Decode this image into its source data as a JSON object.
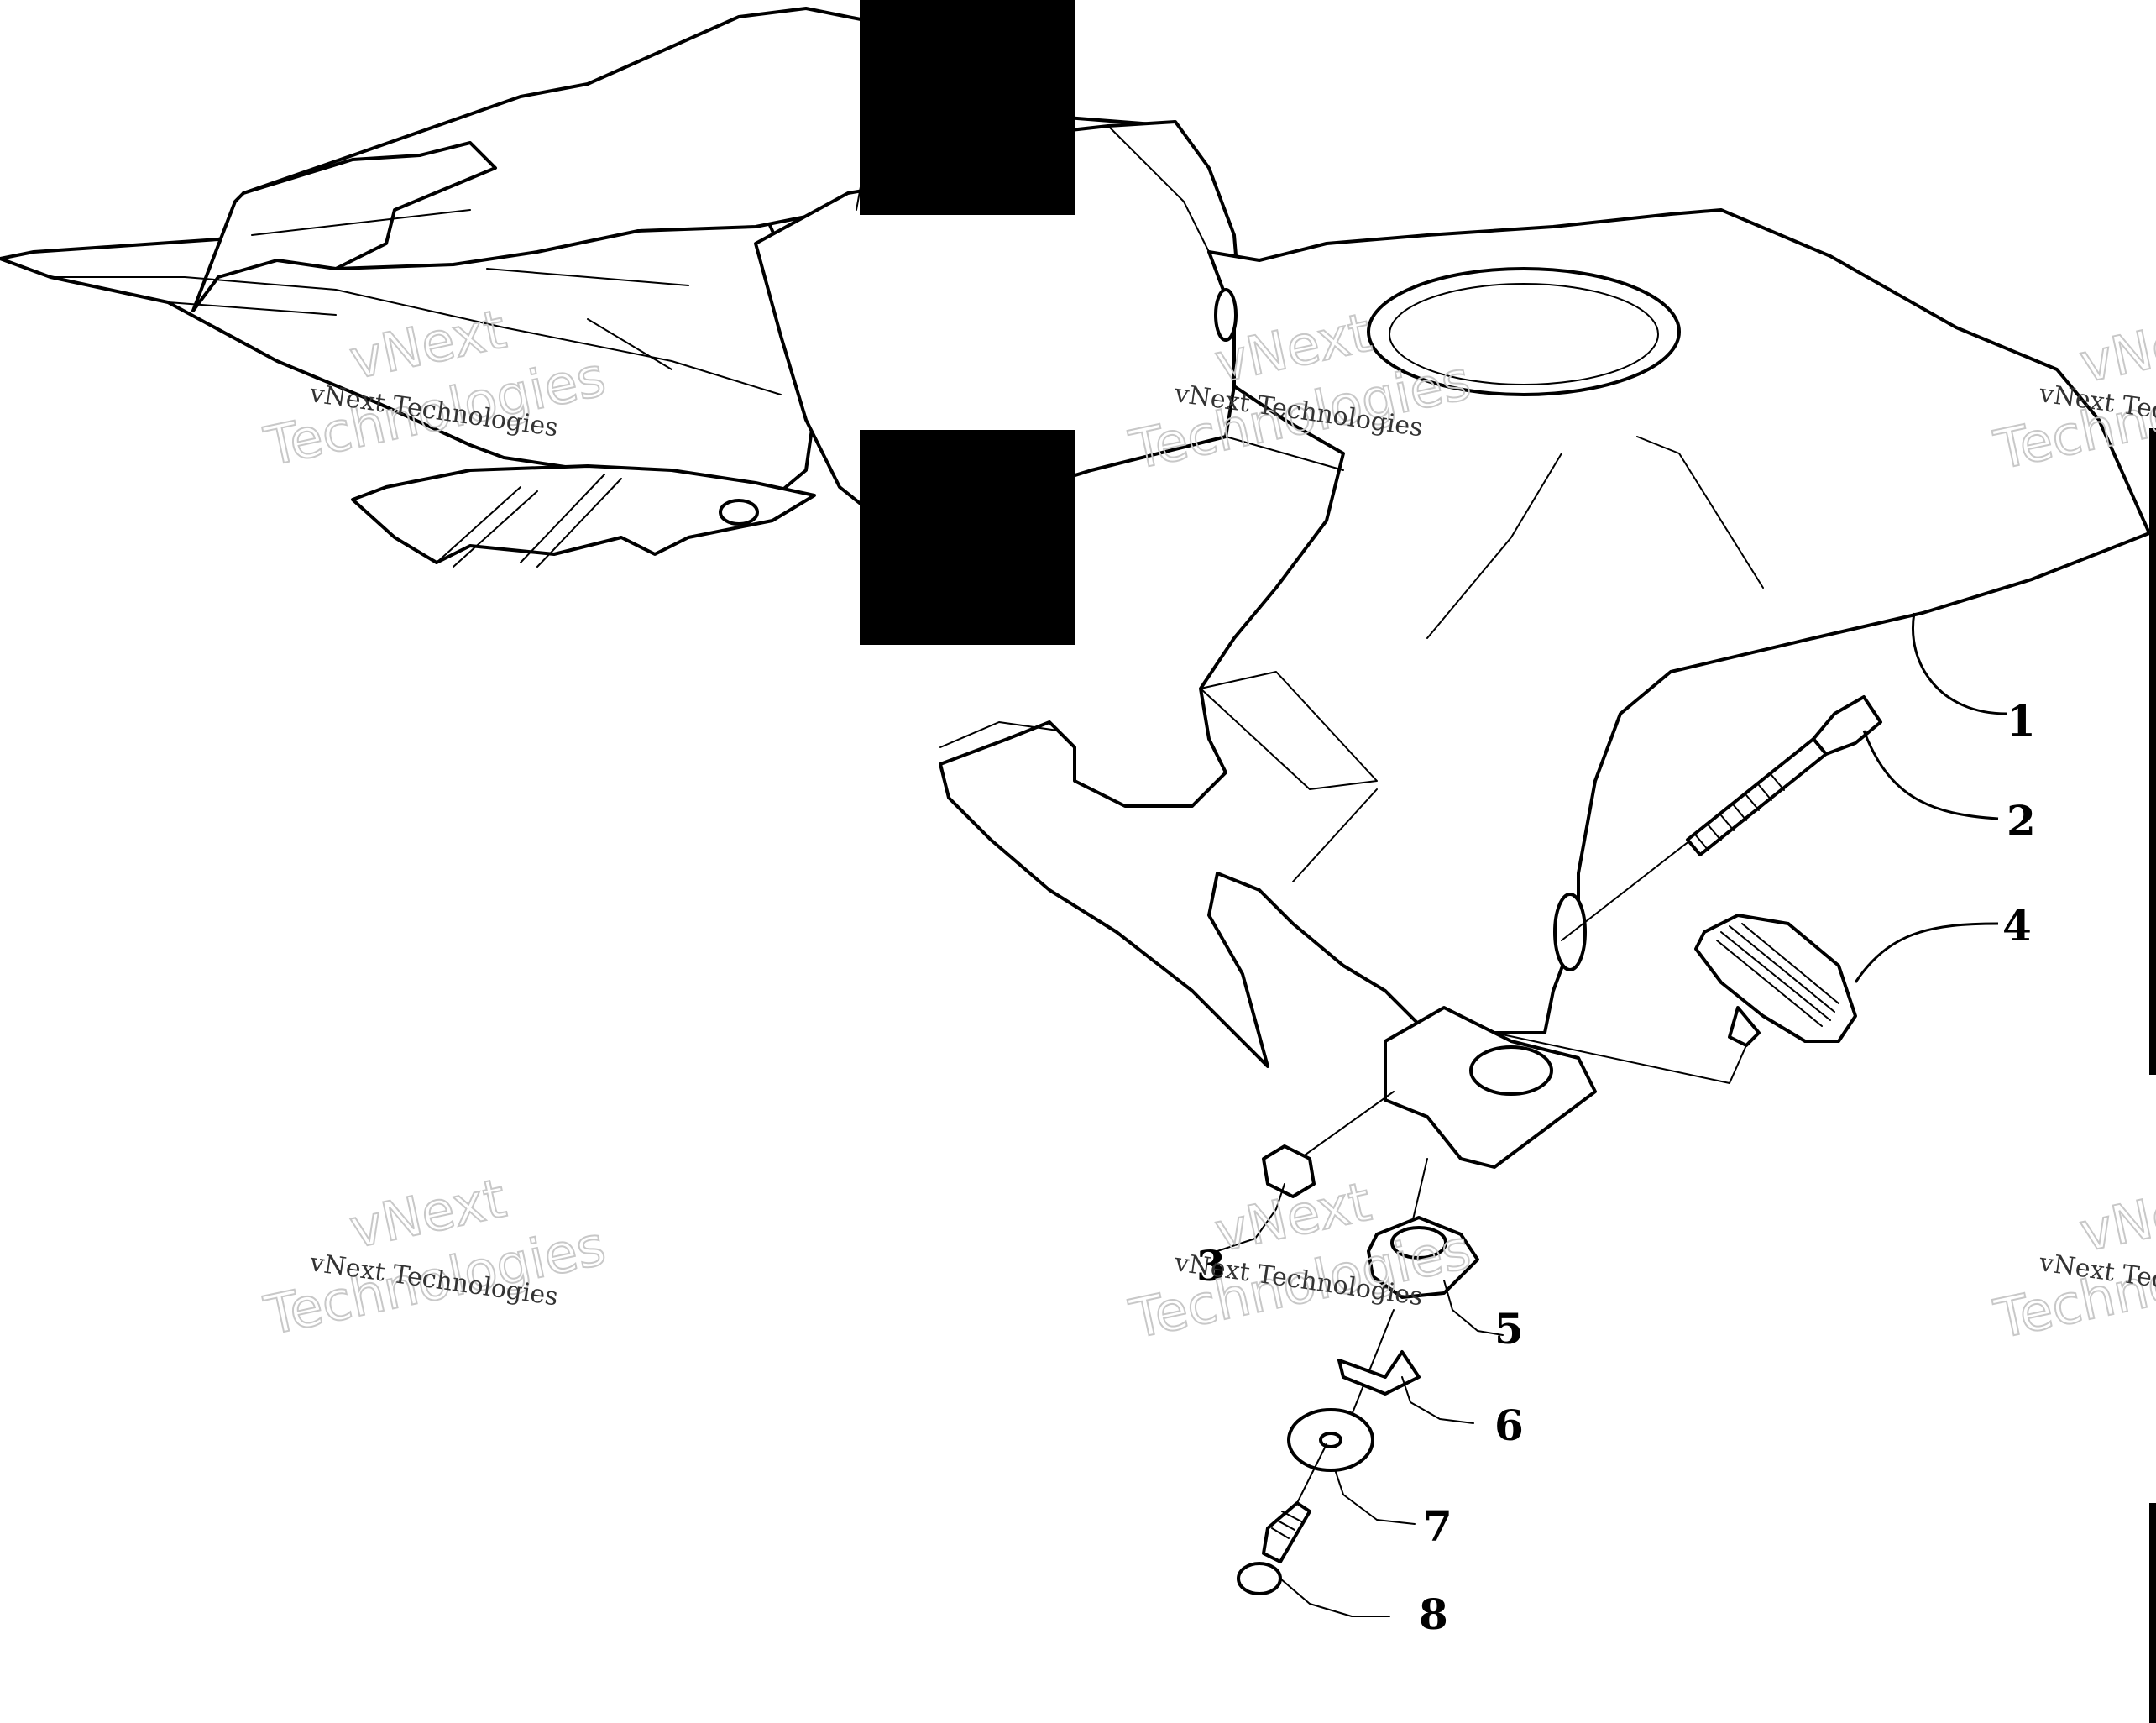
{
  "diagram": {
    "callouts": [
      "1",
      "2",
      "3",
      "4",
      "5",
      "6",
      "7",
      "8"
    ],
    "colors": {
      "line": "#000000",
      "background": "#ffffff",
      "redaction": "#000000",
      "watermark": "#c8c8c8"
    }
  },
  "watermark": {
    "line1": "vNext Technologies",
    "line2a": "vNext",
    "line2b": "Technologies"
  }
}
